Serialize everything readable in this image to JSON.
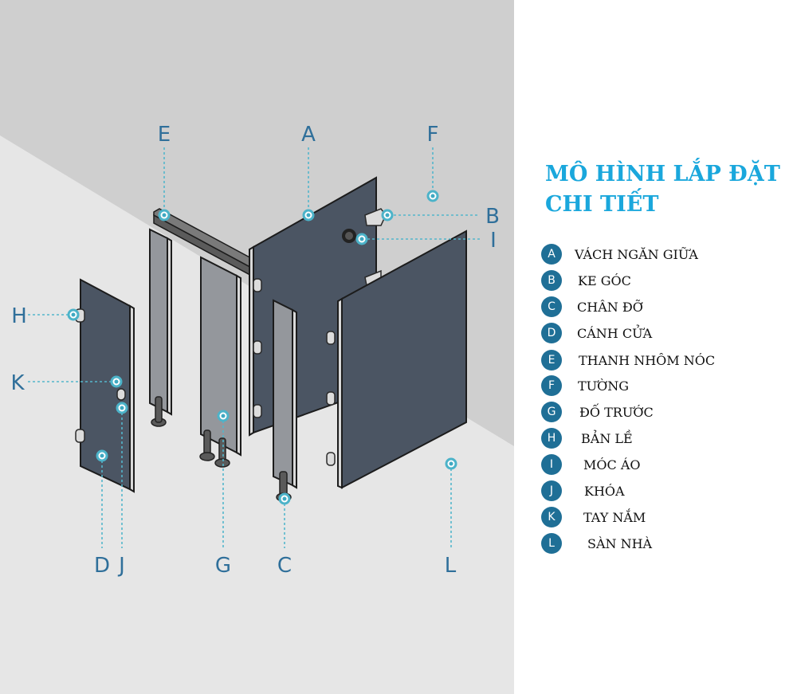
{
  "title_lines": [
    "MÔ HÌNH LẮP ĐẶT",
    "CHI TIẾT"
  ],
  "callouts": [
    "A",
    "B",
    "C",
    "D",
    "E",
    "F",
    "G",
    "H",
    "I",
    "J",
    "K",
    "L"
  ],
  "legend": [
    {
      "letter": "A",
      "text": "VÁCH NGĂN GIỮA"
    },
    {
      "letter": "B",
      "text": "KE GÓC"
    },
    {
      "letter": "C",
      "text": "CHÂN ĐỠ"
    },
    {
      "letter": "D",
      "text": "CÁNH CỬA"
    },
    {
      "letter": "E",
      "text": "THANH NHÔM NÓC"
    },
    {
      "letter": "F",
      "text": "TƯỜNG"
    },
    {
      "letter": "G",
      "text": "ĐỐ TRƯỚC"
    },
    {
      "letter": "H",
      "text": "BẢN LỀ"
    },
    {
      "letter": "I",
      "text": "MÓC ÁO"
    },
    {
      "letter": "J",
      "text": "KHÓA"
    },
    {
      "letter": "K",
      "text": "TAY NẮM"
    },
    {
      "letter": "L",
      "text": "SÀN NHÀ"
    }
  ],
  "colors": {
    "wall": "#cfcfcf",
    "floor": "#e6e6e6",
    "panel_dark": "#4b5563",
    "panel_light": "#94979c",
    "accent": "#1aa7dc",
    "badge": "#1f6f96",
    "leader": "#54b6cc"
  }
}
